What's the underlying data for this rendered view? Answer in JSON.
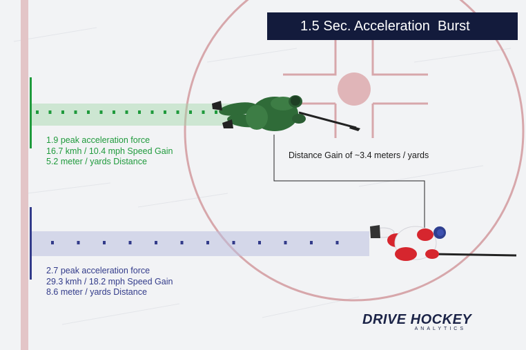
{
  "title": "1.5 Sec. Acceleration  Burst",
  "green_player": {
    "lines": [
      "1.9 peak acceleration force",
      "16.7 kmh / 10.4 mph Speed Gain",
      "5.2 meter / yards Distance"
    ],
    "color": "#1f9a3c"
  },
  "blue_player": {
    "lines": [
      "2.7 peak acceleration force",
      "29.3 kmh / 18.2 mph Speed Gain",
      "8.6 meter / yards Distance"
    ],
    "color": "#323b8a"
  },
  "distance_gain": "Distance Gain of ~3.4 meters / yards",
  "logo": {
    "name": "DRIVE HOCKEY",
    "sub": "ANALYTICS"
  },
  "colors": {
    "title_bg": "#131b3c",
    "rink_red": "#d7a7ab",
    "green_jersey": "#2f6b38",
    "red_jersey": "#d6262e"
  }
}
